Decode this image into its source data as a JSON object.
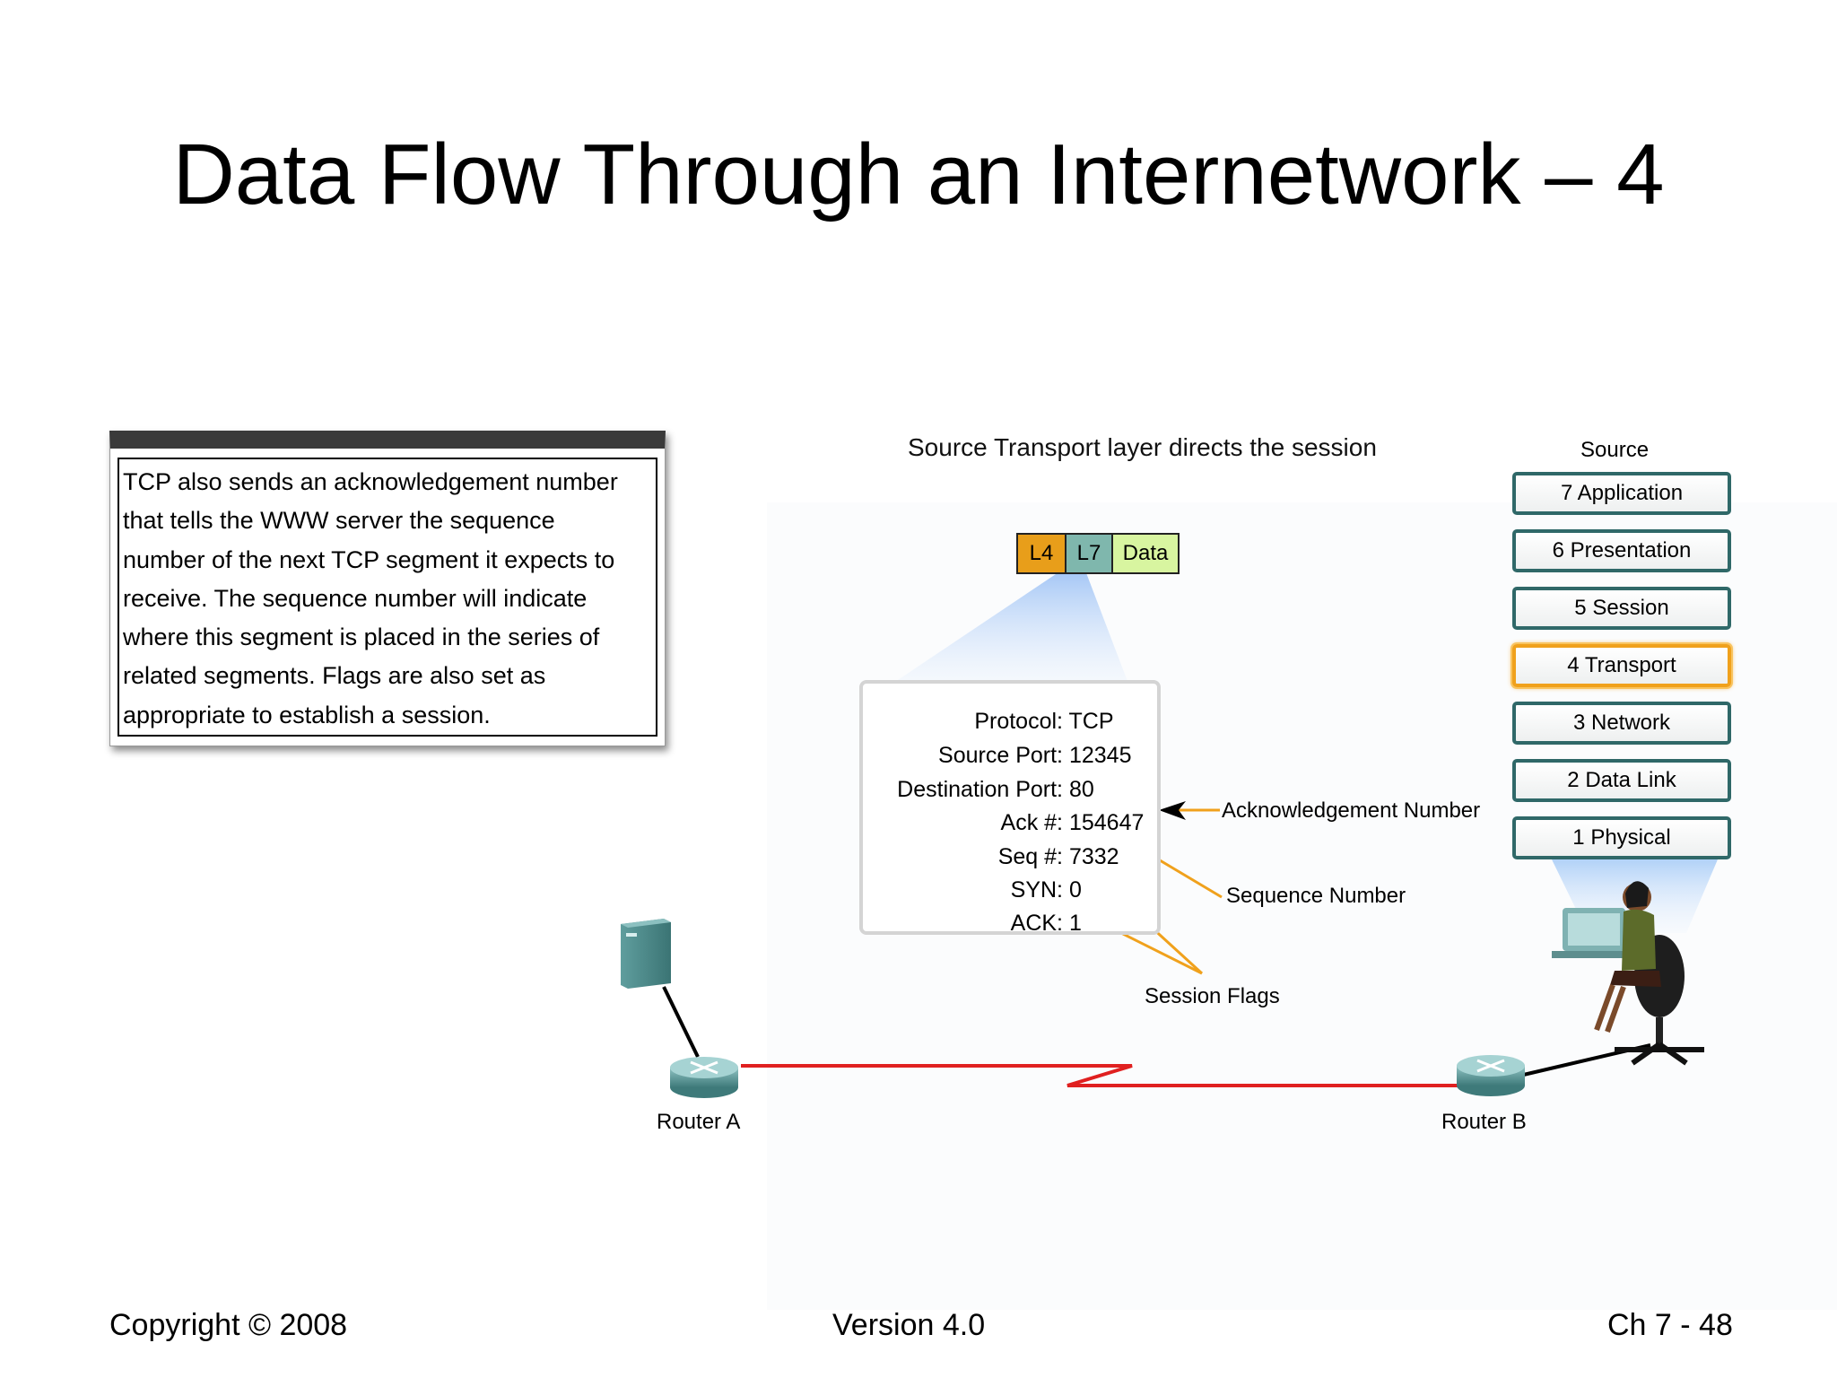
{
  "title": "Data Flow Through an Internetwork – 4",
  "note": {
    "lines": [
      "TCP also sends an acknowledgement number",
      "that tells the WWW server the sequence",
      "number of the next TCP segment it expects to",
      "receive. The sequence number will indicate",
      "where this segment is placed in the series of",
      "related segments. Flags are also set as",
      "appropriate to establish a session."
    ]
  },
  "diagram": {
    "caption": "Source Transport layer directs the session",
    "pdu": {
      "l4": "L4",
      "l7": "L7",
      "data": "Data"
    },
    "header_fields": [
      {
        "key": "Protocol:",
        "value": "TCP"
      },
      {
        "key": "Source Port:",
        "value": "12345"
      },
      {
        "key": "Destination Port:",
        "value": "80"
      },
      {
        "key": "Ack #:",
        "value": "154647"
      },
      {
        "key": "Seq #:",
        "value": "7332"
      },
      {
        "key": "SYN:",
        "value": "0"
      },
      {
        "key": "ACK:",
        "value": "1"
      }
    ],
    "annotations": {
      "ack": "Acknowledgement Number",
      "seq": "Sequence Number",
      "flags": "Session Flags"
    },
    "osi": {
      "title": "Source",
      "layers": [
        "7 Application",
        "6 Presentation",
        "5 Session",
        "4 Transport",
        "3 Network",
        "2 Data Link",
        "1 Physical"
      ],
      "active_layer": "4 Transport"
    },
    "router_a": "Router A",
    "router_b": "Router B",
    "colors": {
      "wan_link": "#e02020",
      "arrow_orange": "#f0a11c",
      "router": "#4f8f8f",
      "server": "#4f8f8f"
    }
  },
  "footer": {
    "copyright": "Copyright © 2008",
    "version": "Version 4.0",
    "page": "Ch 7 - 48"
  }
}
